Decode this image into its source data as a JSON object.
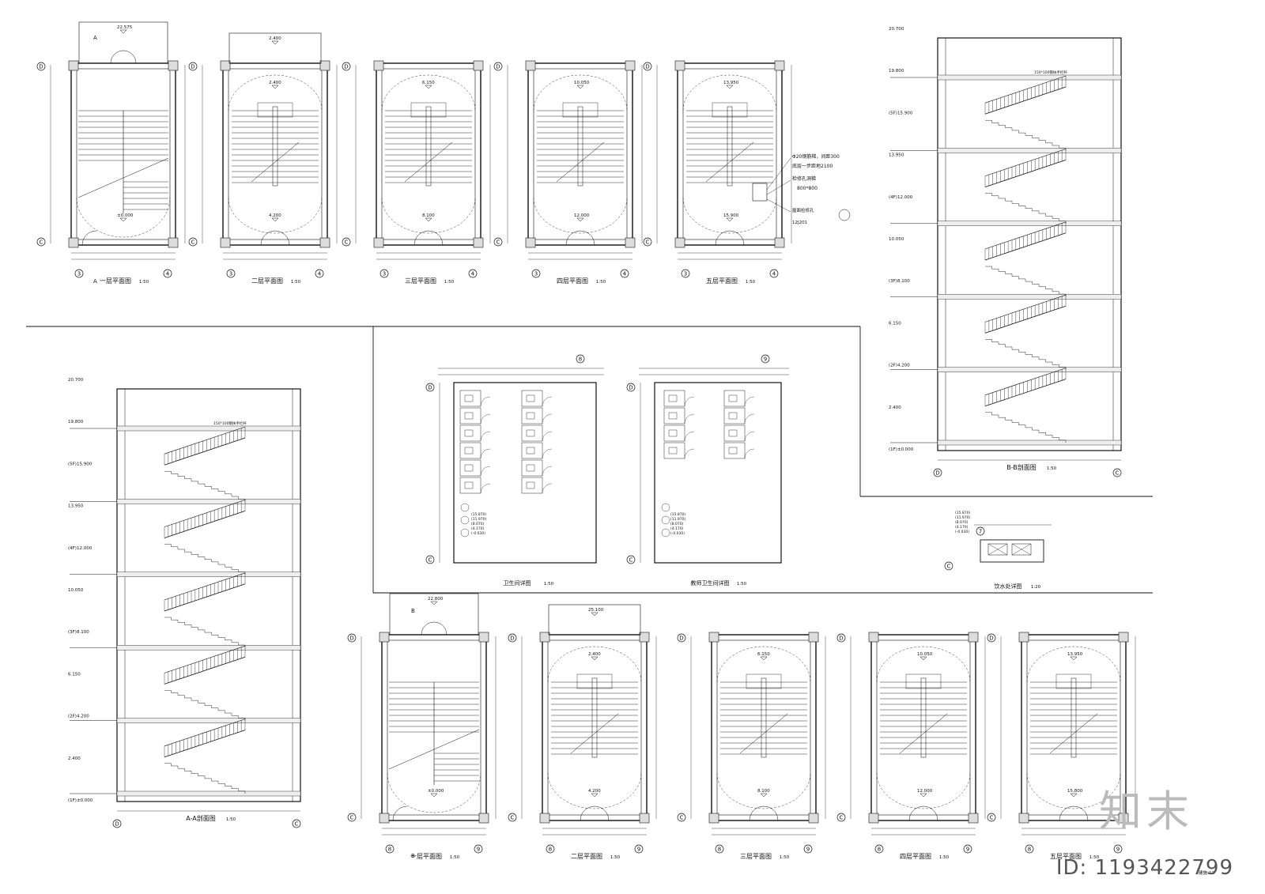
{
  "plans_top": [
    {
      "title": "一层平面图",
      "scale": "1:50",
      "axes": [
        "D",
        "C",
        "3",
        "4"
      ],
      "elev_top": "22.575",
      "elev_mid": "",
      "elev_bot": "±0.000",
      "kind": "first"
    },
    {
      "title": "二层平面图",
      "scale": "1:50",
      "axes": [
        "D",
        "C",
        "3",
        "4"
      ],
      "elev_top": "2.400",
      "elev_mid": "2.400",
      "elev_bot": "4.200",
      "kind": "typ"
    },
    {
      "title": "三层平面图",
      "scale": "1:50",
      "axes": [
        "D",
        "C",
        "3",
        "4"
      ],
      "elev_top": "",
      "elev_mid": "6.150",
      "elev_bot": "8.100",
      "kind": "typ"
    },
    {
      "title": "四层平面图",
      "scale": "1:50",
      "axes": [
        "D",
        "C",
        "3",
        "4"
      ],
      "elev_top": "",
      "elev_mid": "10.050",
      "elev_bot": "12.000",
      "kind": "typ"
    },
    {
      "title": "五层平面图",
      "scale": "1:50",
      "axes": [
        "D",
        "C",
        "3",
        "4"
      ],
      "elev_top": "",
      "elev_mid": "13.950",
      "elev_bot": "15.900",
      "kind": "typ"
    }
  ],
  "plans_bottom": [
    {
      "title": "一层平面图",
      "scale": "1:50",
      "axes": [
        "D",
        "C",
        "8",
        "9"
      ],
      "elev_top": "22.800",
      "elev_mid": "",
      "elev_bot": "±0.000",
      "kind": "first"
    },
    {
      "title": "二层平面图",
      "scale": "1:50",
      "axes": [
        "D",
        "C",
        "8",
        "9"
      ],
      "elev_top": "25.100",
      "elev_mid": "2.400",
      "elev_bot": "4.200",
      "kind": "typ"
    },
    {
      "title": "三层平面图",
      "scale": "1:50",
      "axes": [
        "D",
        "C",
        "8",
        "9"
      ],
      "elev_top": "",
      "elev_mid": "6.150",
      "elev_bot": "8.100",
      "kind": "typ"
    },
    {
      "title": "四层平面图",
      "scale": "1:50",
      "axes": [
        "D",
        "C",
        "8",
        "9"
      ],
      "elev_top": "",
      "elev_mid": "10.050",
      "elev_bot": "12.000",
      "kind": "typ"
    },
    {
      "title": "五层平面图",
      "scale": "1:50",
      "axes": [
        "D",
        "C",
        "8",
        "9"
      ],
      "elev_top": "",
      "elev_mid": "13.950",
      "elev_bot": "15.800",
      "kind": "typ"
    }
  ],
  "section_marks": {
    "a": "A",
    "b": "B"
  },
  "sections": [
    {
      "title": "A-A剖面图",
      "scale": "1:50",
      "axes": [
        "D",
        "C"
      ],
      "levels": [
        "20.700",
        "19.800",
        "(5F)15.900",
        "13.950",
        "(4F)12.000",
        "10.050",
        "(3F)8.100",
        "6.150",
        "(2F)4.200",
        "2.400",
        "(1F)±0.000"
      ]
    },
    {
      "title": "B-B剖面图",
      "scale": "1:50",
      "axes": [
        "D",
        "C"
      ],
      "levels": [
        "20.700",
        "19.800",
        "(5F)15.900",
        "13.950",
        "(4F)12.000",
        "10.050",
        "(3F)8.100",
        "6.150",
        "(2F)4.200",
        "2.400",
        "(1F)±0.000"
      ]
    }
  ],
  "railing_note": "150*100钢扶手栏杆",
  "notes": [
    {
      "text": "Φ20钢筋梯，间距300"
    },
    {
      "text": "底层一步距地2100"
    },
    {
      "text": "检修孔洞梯"
    },
    {
      "text": "800*800"
    },
    {
      "text": "屋面检修孔"
    },
    {
      "text": "12J201"
    }
  ],
  "toilets": [
    {
      "title": "卫生间详图",
      "scale": "1:50",
      "axes": [
        "D",
        "C",
        "8"
      ],
      "elevs": [
        "15.870",
        "11.970",
        "8.070",
        "4.170",
        "-0.030"
      ]
    },
    {
      "title": "教师卫生间详图",
      "scale": "1:50",
      "axes": [
        "D",
        "C",
        "9"
      ],
      "elevs": [
        "15.870",
        "11.970",
        "8.070",
        "4.170",
        "-0.030"
      ]
    }
  ],
  "drink": {
    "title": "饮水处详图",
    "scale": "1:20",
    "axis": "7",
    "elevs": [
      "15.870",
      "11.970",
      "8.070",
      "4.170",
      "-0.030"
    ]
  },
  "sheet_no": "建施-12",
  "footer_small": "",
  "brand": "知末",
  "id_text": "ID: 1193422799"
}
